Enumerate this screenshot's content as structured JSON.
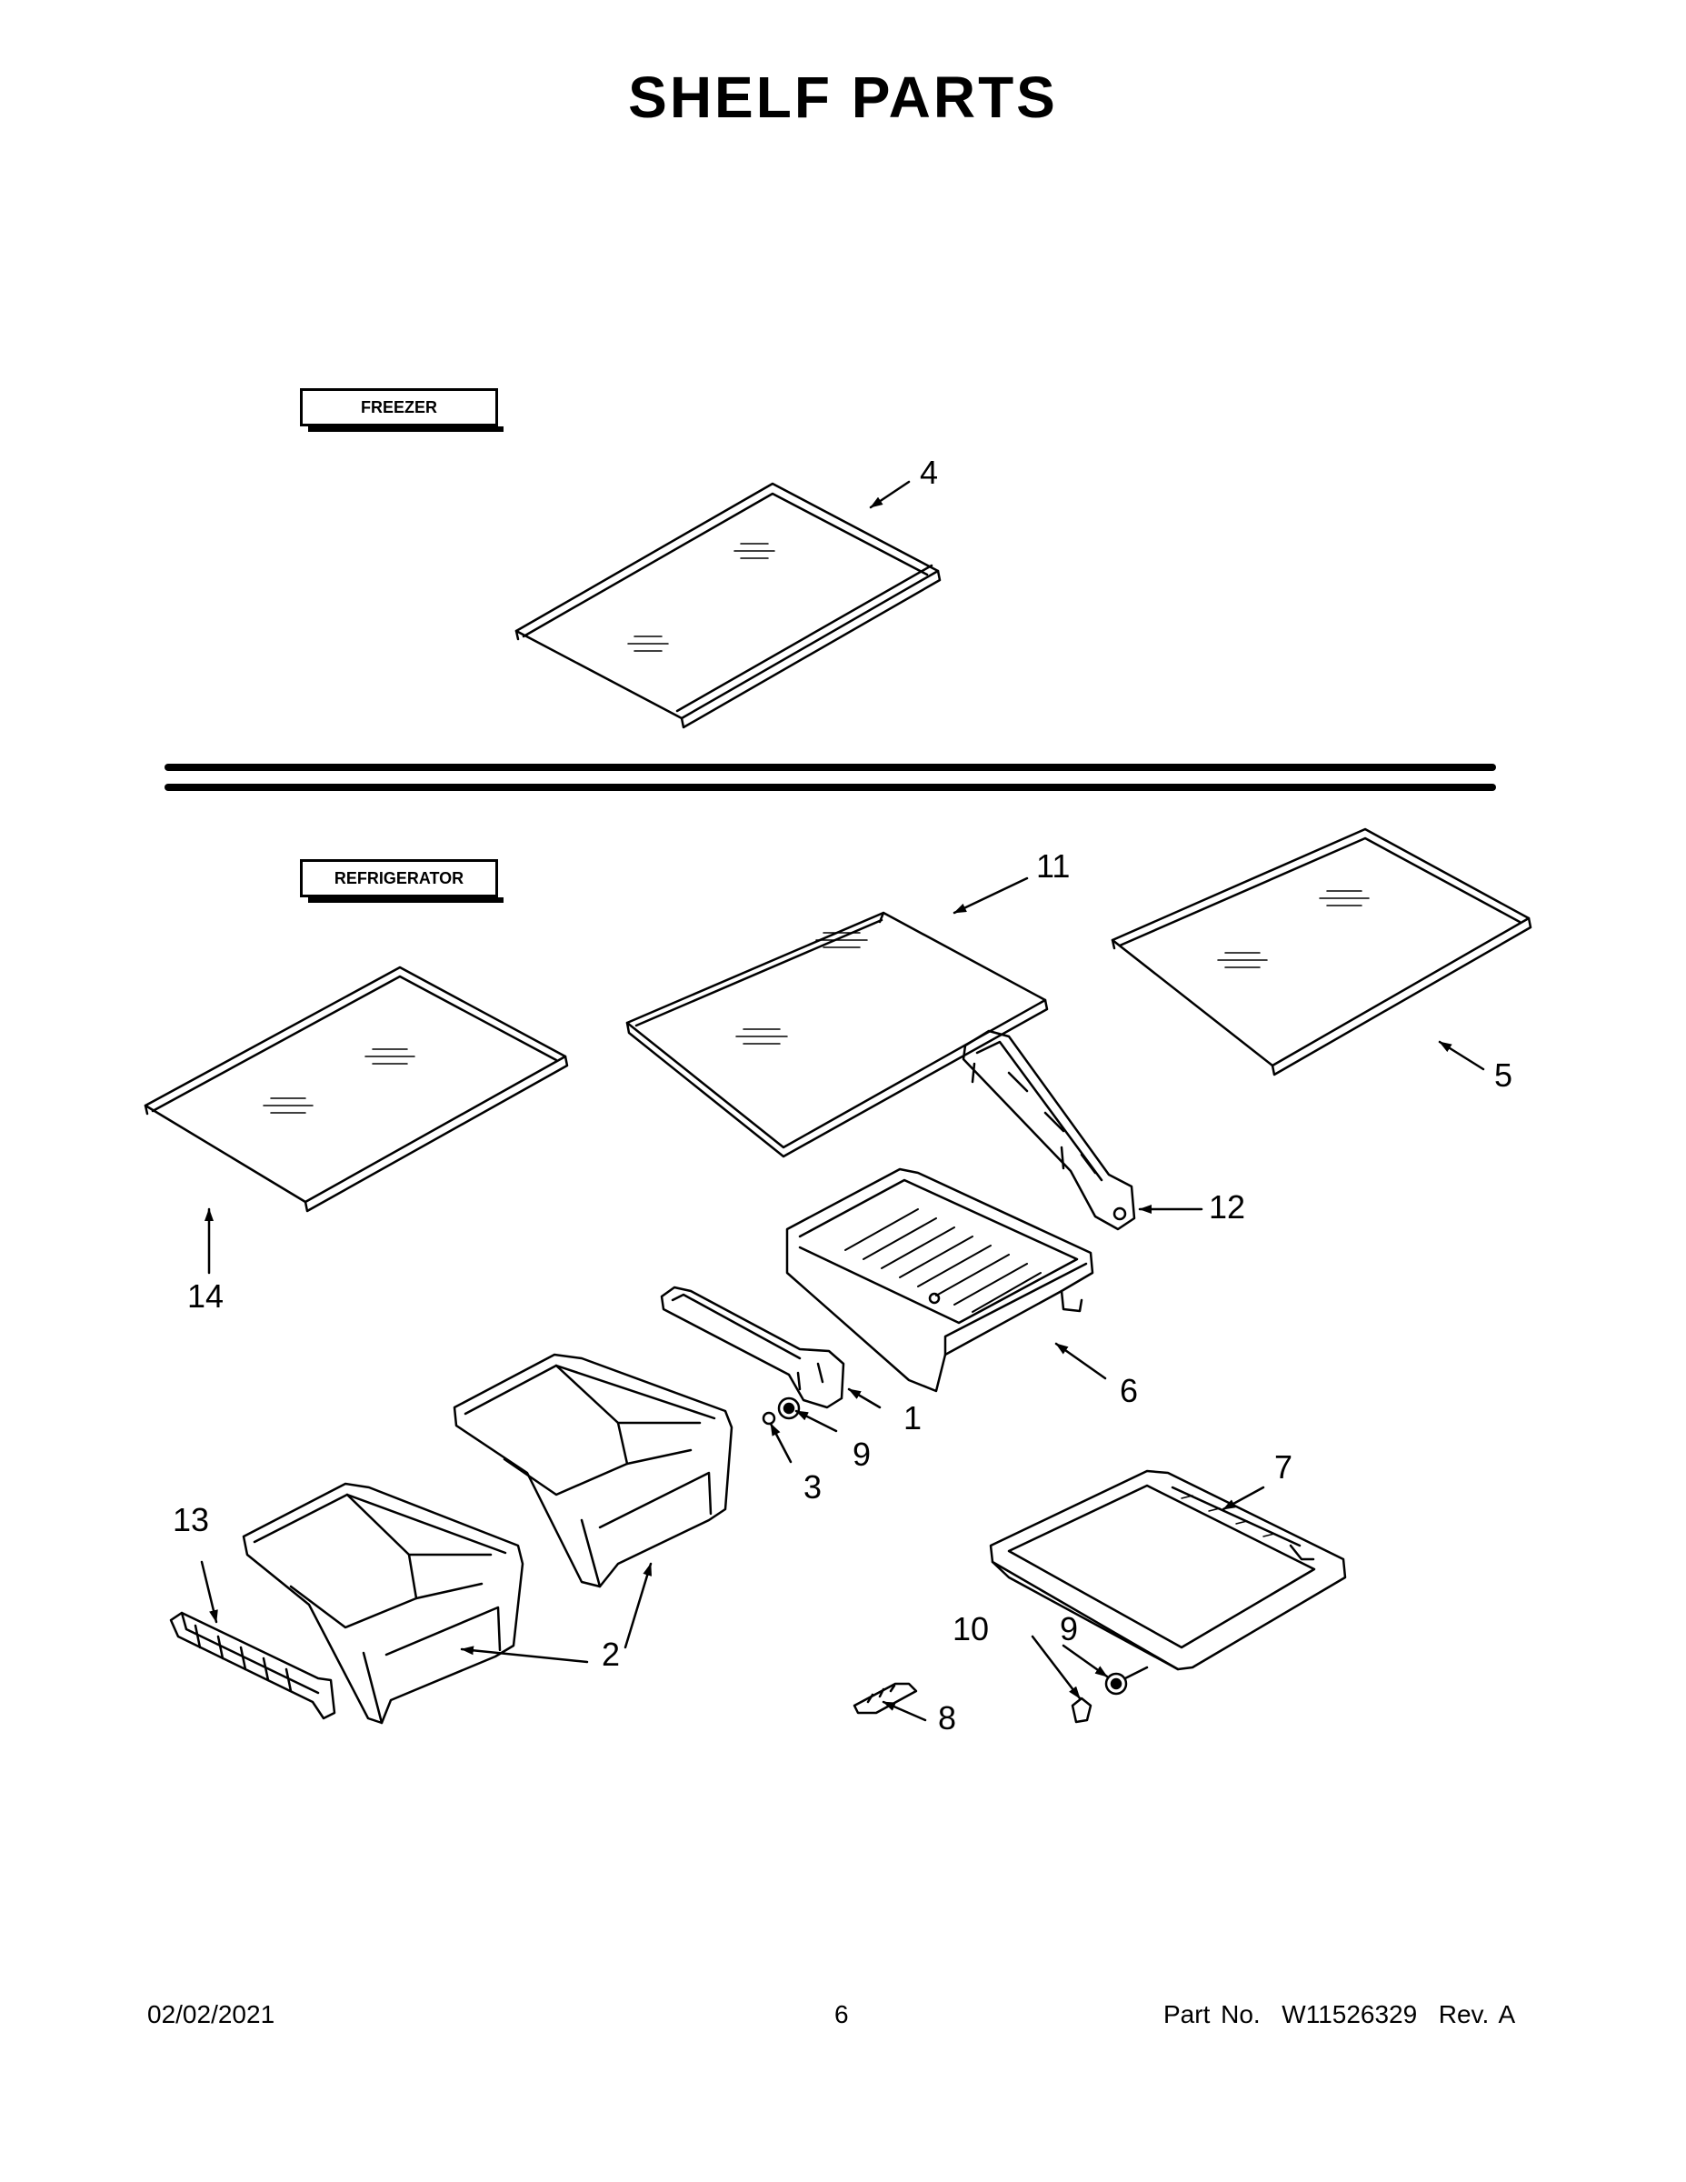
{
  "title": "SHELF PARTS",
  "sections": {
    "freezer": "FREEZER",
    "refrigerator": "REFRIGERATOR"
  },
  "callouts": [
    "4",
    "11",
    "5",
    "14",
    "12",
    "6",
    "1",
    "9",
    "3",
    "7",
    "13",
    "2",
    "10",
    "9",
    "8"
  ],
  "footer": {
    "date": "02/02/2021",
    "page": "6",
    "part_label": "Part No.",
    "part_number": "W11526329",
    "rev": "Rev. A"
  }
}
